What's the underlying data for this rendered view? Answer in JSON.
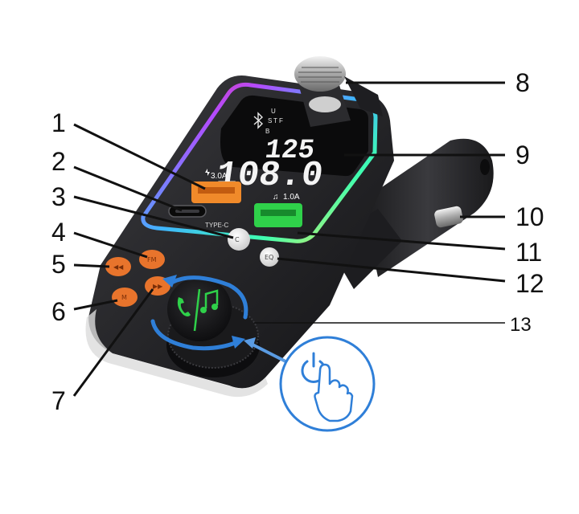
{
  "callouts": [
    "1",
    "2",
    "3",
    "4",
    "5",
    "6",
    "7",
    "8",
    "9",
    "10",
    "11",
    "12",
    "13"
  ],
  "display": {
    "indicators": [
      "U",
      "S",
      "T",
      "F",
      "B"
    ],
    "top_value": "125",
    "main_value": "108.0"
  },
  "ports": {
    "usb_left_label": "3.0A",
    "usb_right_label": "1.0A",
    "typec_label": "TYPE-C"
  },
  "colors": {
    "body": "#2b2b2e",
    "orange_port": "#f08a2a",
    "green_port": "#2fd14a",
    "accent_blue": "#2f7fd8",
    "orange_button": "#e8742c",
    "screen": "#0b0b0c"
  },
  "icons": [
    "bluetooth-icon",
    "phone-icon",
    "music-note-icon",
    "power-icon",
    "hand-pointer-icon",
    "rotate-arrows-icon"
  ]
}
